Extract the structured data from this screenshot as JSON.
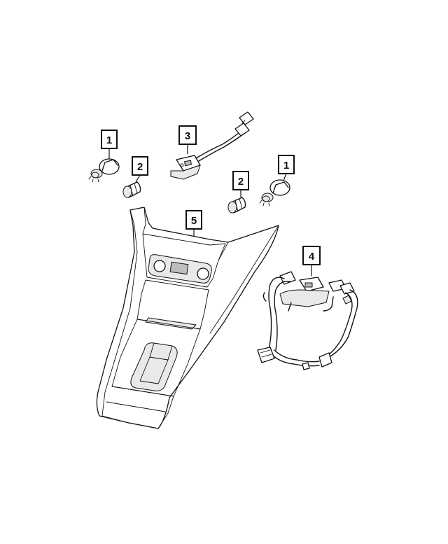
{
  "callouts": [
    {
      "id": "c1a",
      "label": "1"
    },
    {
      "id": "c2a",
      "label": "2"
    },
    {
      "id": "c3",
      "label": "3"
    },
    {
      "id": "c2b",
      "label": "2"
    },
    {
      "id": "c1b",
      "label": "1"
    },
    {
      "id": "c5",
      "label": "5"
    },
    {
      "id": "c4",
      "label": "4"
    }
  ],
  "colors": {
    "line": "#111111",
    "background": "#ffffff",
    "shade": "#e9e9e9"
  }
}
